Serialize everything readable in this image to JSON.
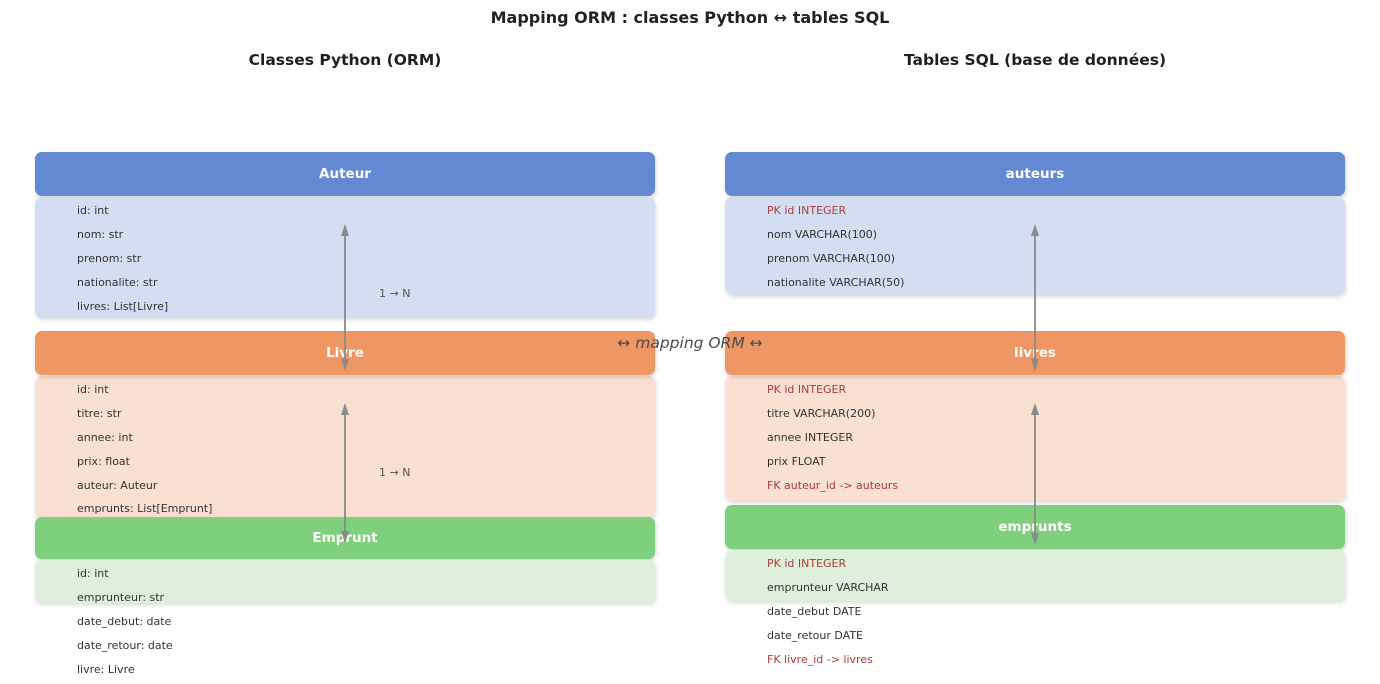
{
  "title": "Mapping ORM : classes Python ↔ tables SQL",
  "center_label": "↔ mapping ORM ↔",
  "left_column": {
    "heading": "Classes Python (ORM)",
    "classes": [
      {
        "name": "Auteur",
        "fields": [
          "id: int",
          "nom: str",
          "prenom: str",
          "nationalite: str",
          "livres: List[Livre]"
        ]
      },
      {
        "name": "Livre",
        "fields": [
          "id: int",
          "titre: str",
          "annee: int",
          "prix: float",
          "auteur: Auteur",
          "emprunts: List[Emprunt]"
        ]
      },
      {
        "name": "Emprunt",
        "fields": [
          "id: int",
          "emprunteur: str",
          "date_debut: date",
          "date_retour: date",
          "livre: Livre"
        ]
      }
    ]
  },
  "right_column": {
    "heading": "Tables SQL (base de données)",
    "tables": [
      {
        "name": "auteurs",
        "fields": [
          "PK id INTEGER",
          "nom VARCHAR(100)",
          "prenom VARCHAR(100)",
          "nationalite VARCHAR(50)"
        ]
      },
      {
        "name": "livres",
        "fields": [
          "PK id INTEGER",
          "titre VARCHAR(200)",
          "annee INTEGER",
          "prix FLOAT",
          "FK auteur_id -> auteurs"
        ]
      },
      {
        "name": "emprunts",
        "fields": [
          "PK id INTEGER",
          "emprunteur VARCHAR",
          "date_debut DATE",
          "date_retour DATE",
          "FK livre_id -> livres"
        ]
      }
    ]
  },
  "relations": [
    {
      "label": "1 → N"
    },
    {
      "label": "1 → N"
    }
  ],
  "colors": {
    "blue_header": "#6289d2",
    "blue_body": "#d3def2",
    "orange_header": "#ef9665",
    "orange_body": "#fae0d3",
    "green_header": "#7fd07d",
    "green_body": "#def0db",
    "key_text": "#b03a3a",
    "field_text": "#333333",
    "arrow": "#8a8a8a"
  }
}
